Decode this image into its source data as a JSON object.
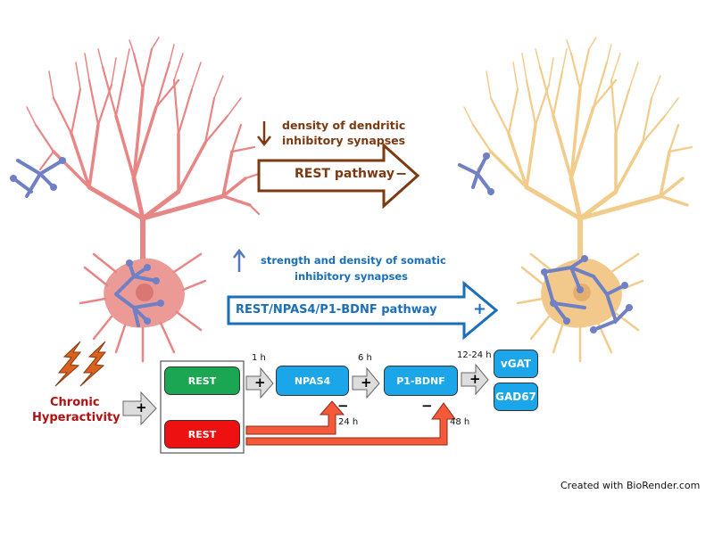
{
  "top_arrow": {
    "change_symbol": "↓",
    "caption_line1": "density of dendritic",
    "caption_line2": "inhibitory synapses",
    "pathway_label": "REST pathway",
    "sign": "−",
    "color": "#7b3a12"
  },
  "middle_arrow": {
    "change_symbol": "↑",
    "caption_line1": "strength and density of somatic",
    "caption_line2": "inhibitory synapses",
    "pathway_label": "REST/NPAS4/P1-BDNF pathway",
    "sign": "+",
    "color": "#1a6fb8"
  },
  "stimulus": {
    "line1": "Chronic",
    "line2": "Hyperactivity",
    "color": "#b01010",
    "arrow_sign": "+"
  },
  "rest_boxes": {
    "active_label": "REST",
    "active_color": "#1aa653",
    "repressive_label": "REST",
    "repressive_color": "#ee1111"
  },
  "cascade": {
    "npas4": "NPAS4",
    "p1bdnf": "P1-BDNF",
    "vgat": "vGAT",
    "gad67": "GAD67",
    "times": {
      "t1": "1 h",
      "t2": "6 h",
      "t3": "12-24 h",
      "t4": "24 h",
      "t5": "48 h"
    },
    "plus": "+",
    "minus": "−",
    "box_color": "#1aa6e8",
    "inhibit_color": "#f4593a"
  },
  "credit": "Created with BioRender.com",
  "neurons": {
    "before_color": "#e88585",
    "after_color": "#f2cc8a",
    "synapse_color": "#7080c4"
  }
}
